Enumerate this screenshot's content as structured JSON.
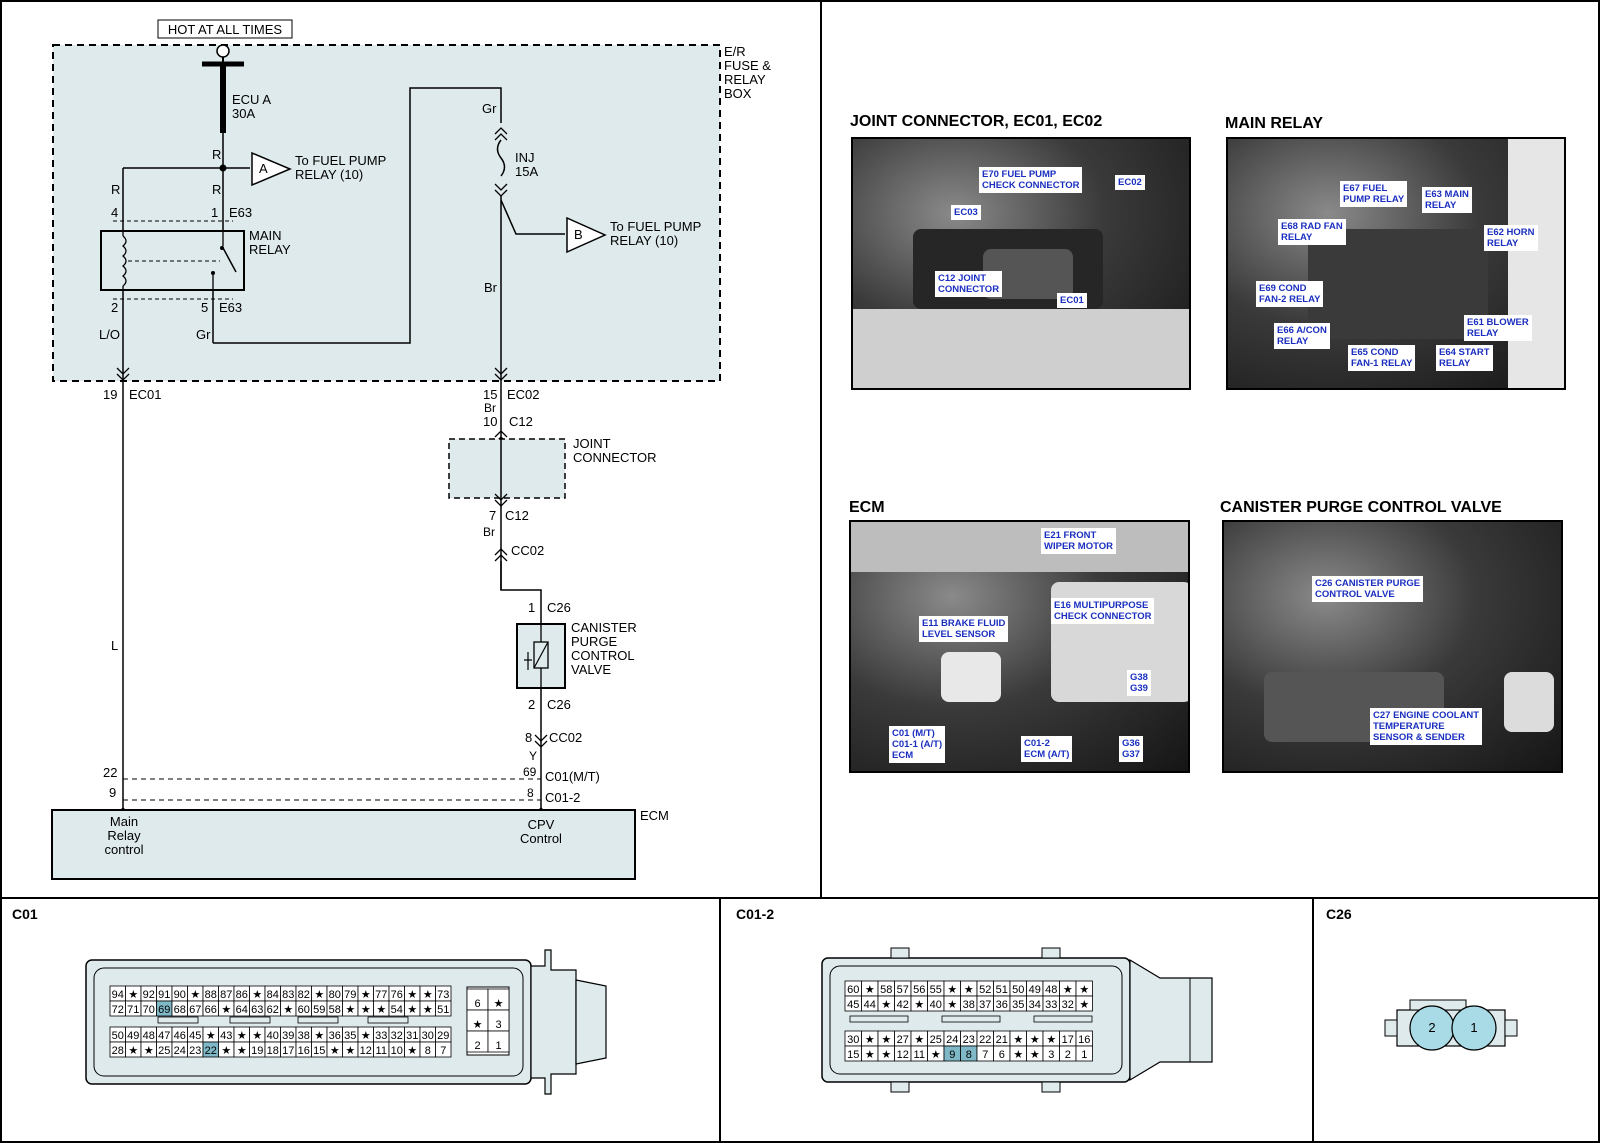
{
  "wiring": {
    "hot_at_all_times": "HOT AT ALL TIMES",
    "fuse_box": [
      "E/R",
      "FUSE &",
      "RELAY",
      "BOX"
    ],
    "ecu_fuse": [
      "ECU A",
      "30A"
    ],
    "inj_fuse": [
      "INJ",
      "15A"
    ],
    "to_fuel_pump_a": [
      "To FUEL PUMP",
      "RELAY (10)"
    ],
    "to_fuel_pump_b": [
      "To FUEL PUMP",
      "RELAY (10)"
    ],
    "label_a": "A",
    "label_b": "B",
    "main_relay": [
      "MAIN",
      "RELAY"
    ],
    "joint_connector": [
      "JOINT",
      "CONNECTOR"
    ],
    "canister": [
      "CANISTER",
      "PURGE",
      "CONTROL",
      "VALVE"
    ],
    "ecm": "ECM",
    "main_relay_control": [
      "Main",
      "Relay",
      "control"
    ],
    "cpv_control": [
      "CPV",
      "Control"
    ],
    "wire_colors": {
      "r1": "R",
      "r2": "R",
      "r3": "R",
      "lo": "L/O",
      "gr1": "Gr",
      "gr2": "Gr",
      "br1": "Br",
      "br2": "Br",
      "br3": "Br",
      "l": "L",
      "y": "Y"
    },
    "pins": {
      "p4": "4",
      "p1": "1",
      "e63a": "E63",
      "p2": "2",
      "p5": "5",
      "e63b": "E63",
      "p19": "19",
      "ec01": "EC01",
      "p15": "15",
      "ec02": "EC02",
      "p10": "10",
      "c12a": "C12",
      "p7": "7",
      "c12b": "C12",
      "cc02a": "CC02",
      "p1b": "1",
      "c26a": "C26",
      "p2b": "2",
      "c26b": "C26",
      "p8": "8",
      "cc02b": "CC02",
      "p22": "22",
      "p69": "69",
      "c01mt": "C01(M/T)",
      "p9": "9",
      "p8b": "8",
      "c012": "C01-2"
    }
  },
  "photos": {
    "joint": {
      "title": "JOINT CONNECTOR, EC01, EC02",
      "labels": [
        "E70 FUEL PUMP\nCHECK CONNECTOR",
        "EC02",
        "EC03",
        "C12 JOINT\nCONNECTOR",
        "EC01"
      ]
    },
    "relay": {
      "title": "MAIN RELAY",
      "labels": [
        "E67 FUEL\nPUMP RELAY",
        "E63 MAIN\nRELAY",
        "E68 RAD FAN\nRELAY",
        "E62 HORN\nRELAY",
        "E69 COND\nFAN-2 RELAY",
        "E61 BLOWER\nRELAY",
        "E66 A/CON\nRELAY",
        "E65 COND\nFAN-1 RELAY",
        "E64 START\nRELAY"
      ]
    },
    "ecm": {
      "title": "ECM",
      "labels": [
        "E21 FRONT\nWIPER MOTOR",
        "E16 MULTIPURPOSE\nCHECK CONNECTOR",
        "E11 BRAKE FLUID\nLEVEL SENSOR",
        "G38\nG39",
        "C01 (M/T)\nC01-1 (A/T)\nECM",
        "C01-2\nECM (A/T)",
        "G36\nG37"
      ]
    },
    "canister": {
      "title": "CANISTER PURGE CONTROL VALVE",
      "labels": [
        "C26 CANISTER PURGE\nCONTROL VALVE",
        "C27 ENGINE COOLANT\nTEMPERATURE\nSENSOR & SENDER"
      ]
    }
  },
  "connectors": {
    "c01": {
      "title": "C01",
      "top_rows": [
        [
          "94",
          "★",
          "92",
          "91",
          "90",
          "★",
          "88",
          "87",
          "86",
          "★",
          "84",
          "83",
          "82",
          "★",
          "80",
          "79",
          "★",
          "77",
          "76",
          "★",
          "★",
          "73"
        ],
        [
          "72",
          "71",
          "70",
          "69",
          "68",
          "67",
          "66",
          "★",
          "64",
          "63",
          "62",
          "★",
          "60",
          "59",
          "58",
          "★",
          "★",
          "★",
          "54",
          "★",
          "★",
          "51"
        ]
      ],
      "bottom_rows": [
        [
          "50",
          "49",
          "48",
          "47",
          "46",
          "45",
          "★",
          "43",
          "★",
          "★",
          "40",
          "39",
          "38",
          "★",
          "36",
          "35",
          "★",
          "33",
          "32",
          "31",
          "30",
          "29"
        ],
        [
          "28",
          "★",
          "★",
          "25",
          "24",
          "23",
          "22",
          "★",
          "★",
          "19",
          "18",
          "17",
          "16",
          "15",
          "★",
          "★",
          "12",
          "11",
          "10",
          "★",
          "8",
          "7"
        ]
      ],
      "side": [
        [
          "6",
          "★"
        ],
        [
          "★",
          "3"
        ],
        [
          "2",
          "1"
        ]
      ]
    },
    "c012": {
      "title": "C01-2",
      "top_rows": [
        [
          "60",
          "★",
          "58",
          "57",
          "56",
          "55",
          "★",
          "★",
          "52",
          "51",
          "50",
          "49",
          "48",
          "★",
          "★"
        ],
        [
          "45",
          "44",
          "★",
          "42",
          "★",
          "40",
          "★",
          "38",
          "37",
          "36",
          "35",
          "34",
          "33",
          "32",
          "★"
        ]
      ],
      "bottom_rows": [
        [
          "30",
          "★",
          "★",
          "27",
          "★",
          "25",
          "24",
          "23",
          "22",
          "21",
          "★",
          "★",
          "★",
          "17",
          "16"
        ],
        [
          "15",
          "★",
          "★",
          "12",
          "11",
          "★",
          "9",
          "8",
          "7",
          "6",
          "★",
          "★",
          "3",
          "2",
          "1"
        ]
      ]
    },
    "c26": {
      "title": "C26",
      "pins": [
        "2",
        "1"
      ]
    }
  },
  "colors": {
    "box_fill": "#dfeaec",
    "pin_highlight": "#7fb8c7"
  }
}
